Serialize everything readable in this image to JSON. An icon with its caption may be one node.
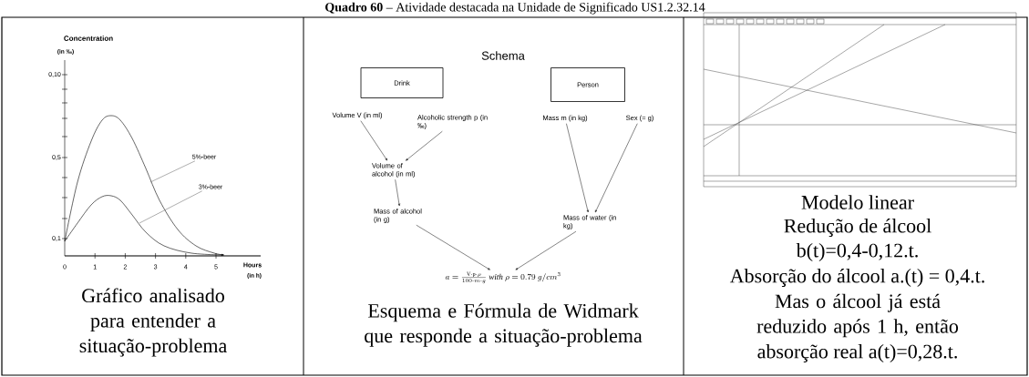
{
  "diagram": {
    "title": "**Quadro 60** – Atividade destacada na Unidade de Significado US1.2.32.14",
    "nodes": [
      {
        "text": [
          "Drink"
        ]
      },
      {
        "text": [
          "Person"
        ]
      },
      {
        "text": [
          "Volume V (in ml)"
        ]
      },
      {
        "text": [
          "Alcoholic strength p (in ‰)"
        ]
      },
      {
        "text": [
          "Mass m (in kg)"
        ]
      },
      {
        "text": [
          "Sex (= g)"
        ]
      },
      {
        "text": [
          "Volume of alcohol (in ml)"
        ]
      },
      {
        "text": [
          "Mass of alcohol (in g)"
        ]
      },
      {
        "text": [
          "Mass of water (in kg)"
        ]
      },
      {
        "text": [
          "a=\\frac{\\mathrm{V}\\cdot\\mathrm{p}\\cdot\\rho}{100\\cdot m\\cdot g}\\ \\mathit{with}\\ \\rho=0.79\\ g/cm^{3}"
        ]
      },
      {
        "text": [
          "5%-beer"
        ]
      },
      {
        "text": [
          "3%-beer"
        ]
      }
    ],
    "edges": [
      {
        "from": 2,
        "to": 6,
        "arrow": "to"
      },
      {
        "from": 3,
        "to": 6,
        "arrow": "to"
      },
      {
        "from": 6,
        "to": 7,
        "arrow": "to"
      },
      {
        "from": 4,
        "to": 8,
        "arrow": "to"
      },
      {
        "from": 5,
        "to": 8,
        "arrow": "to"
      },
      {
        "from": 7,
        "to": 9,
        "arrow": "to"
      },
      {
        "from": 8,
        "to": 9,
        "arrow": "to"
      },
      {
        "from": 10,
        "to": null,
        "arrow": "none",
        "color": "#777777"
      },
      {
        "from": 11,
        "to": null,
        "arrow": "none",
        "color": "#777777"
      }
    ],
    "labels": [
      "Concentration",
      "(in ‰)",
      "0,10",
      "0,5",
      "0,1",
      "0",
      "1",
      "2",
      "3",
      "4",
      "5",
      "Hours",
      "(in h)",
      "Gráfico analisado para entender a situação-problema",
      "Schema",
      "Esquema e Fórmula de Widmark que responde a situação-problema",
      "Modelo linear",
      "Redução de álcool",
      "b(t)=0,4-0,12.t.",
      "Absorção do álcool  a.(t) = 0,4.t.",
      "Mas o álcool já está reduzido após 1 h, então",
      "absorção real a(t)=0,28.t."
    ]
  }
}
